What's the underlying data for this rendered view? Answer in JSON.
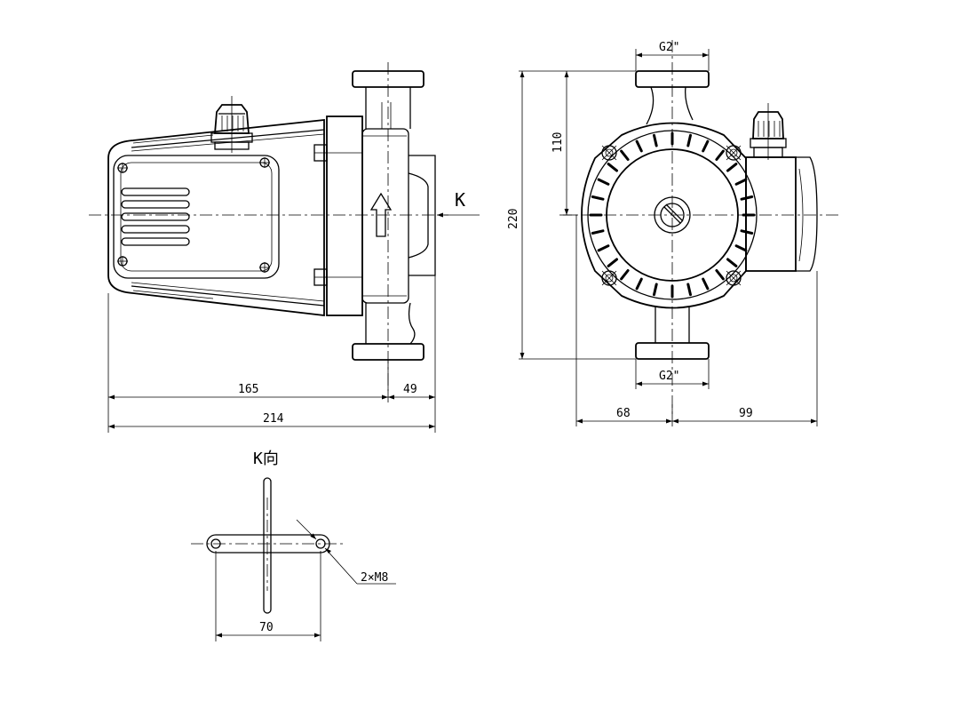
{
  "labels": {
    "view_arrow": "K",
    "view_title": "K向",
    "thread_top": "G2\"",
    "thread_bottom": "G2\"",
    "bolt_note": "2×M8"
  },
  "dimensions": {
    "motor_length": "165",
    "flange_offset": "49",
    "overall_length": "214",
    "center_height": "110",
    "overall_height": "220",
    "left_width": "68",
    "right_width": "99",
    "bolt_spacing": "70"
  }
}
